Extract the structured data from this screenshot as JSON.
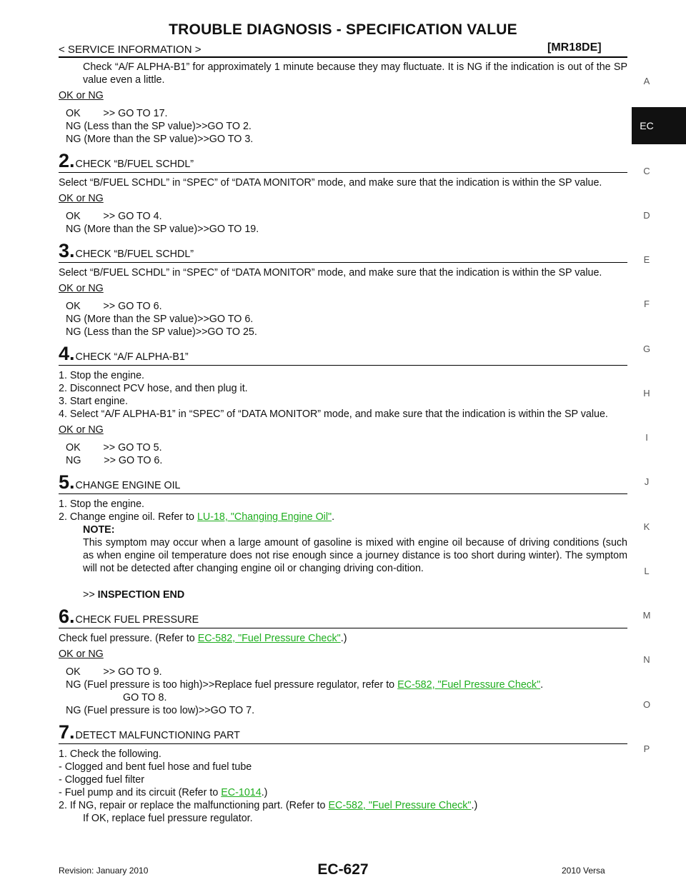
{
  "header": {
    "title": "TROUBLE DIAGNOSIS - SPECIFICATION VALUE",
    "section": "< SERVICE INFORMATION >",
    "engine": "[MR18DE]"
  },
  "side_index": {
    "letters": [
      "A",
      "C",
      "D",
      "E",
      "F",
      "G",
      "H",
      "I",
      "J",
      "K",
      "L",
      "M",
      "N",
      "O",
      "P"
    ],
    "active": "EC"
  },
  "intro": {
    "text": "Check “A/F ALPHA-B1” for approximately 1 minute because they may fluctuate. It is NG if the indication is out of the SP value even a little.",
    "ok_or_ng": "OK or NG",
    "answers": [
      "OK        >> GO TO 17.",
      "NG (Less than the SP value)>>GO TO 2.",
      "NG (More than the SP value)>>GO TO 3."
    ]
  },
  "step2": {
    "num": "2.",
    "title": "CHECK “B/FUEL SCHDL”",
    "body": "Select “B/FUEL SCHDL” in “SPEC” of “DATA MONITOR” mode, and make sure that the indication is within the SP value.",
    "ok_or_ng": "OK or NG",
    "answers": [
      "OK        >> GO TO 4.",
      "NG (More than the SP value)>>GO TO 19."
    ]
  },
  "step3": {
    "num": "3.",
    "title": "CHECK “B/FUEL SCHDL”",
    "body": "Select “B/FUEL SCHDL” in “SPEC” of “DATA MONITOR” mode, and make sure that the indication is within the SP value.",
    "ok_or_ng": "OK or NG",
    "answers": [
      "OK        >> GO TO 6.",
      "NG (More than the SP value)>>GO TO 6.",
      "NG (Less than the SP value)>>GO TO 25."
    ]
  },
  "step4": {
    "num": "4.",
    "title": "CHECK “A/F ALPHA-B1”",
    "items": [
      "1.  Stop the engine.",
      "2.  Disconnect PCV hose, and then plug it.",
      "3.  Start engine.",
      "4.  Select “A/F ALPHA-B1” in “SPEC” of “DATA MONITOR” mode, and make sure that the indication is within the SP value."
    ],
    "ok_or_ng": "OK or NG",
    "answers": [
      "OK        >> GO TO 5.",
      "NG        >> GO TO 6."
    ]
  },
  "step5": {
    "num": "5.",
    "title": "CHANGE ENGINE OIL",
    "item1": "1.  Stop the engine.",
    "item2_prefix": "2.  Change engine oil. Refer to ",
    "item2_link": "LU-18, \"Changing Engine Oil\"",
    "item2_suffix": ".",
    "note_label": "NOTE:",
    "note_text": "This symptom may occur when a large amount of gasoline is mixed with engine oil because of driving conditions (such as when engine oil temperature does not rise enough since a journey distance is too short during winter). The symptom will not be detected after changing engine oil or changing driving con-dition.",
    "end_prefix": ">> ",
    "end_label": "INSPECTION END"
  },
  "step6": {
    "num": "6.",
    "title": "CHECK FUEL PRESSURE",
    "body_prefix": "Check fuel pressure. (Refer to ",
    "body_link": "EC-582, \"Fuel Pressure Check\"",
    "body_suffix": ".)",
    "ok_or_ng": "OK or NG",
    "answer1": "OK        >> GO TO 9.",
    "answer2_prefix": "NG (Fuel pressure is too high)>>Replace fuel pressure regulator, refer to ",
    "answer2_link": "EC-582, \"Fuel Pressure Check\"",
    "answer2_suffix": ".",
    "answer2_cont": "GO TO 8.",
    "answer3": "NG (Fuel pressure is too low)>>GO TO 7."
  },
  "step7": {
    "num": "7.",
    "title": "DETECT MALFUNCTIONING PART",
    "item1": "1.  Check the following.",
    "sub1": "-   Clogged and bent fuel hose and fuel tube",
    "sub2": "-   Clogged fuel filter",
    "sub3_prefix": "-   Fuel pump and its circuit (Refer to ",
    "sub3_link": "EC-1014",
    "sub3_suffix": ".)",
    "item2_prefix": "2.  If NG, repair or replace the malfunctioning part. (Refer to ",
    "item2_link": "EC-582, \"Fuel Pressure Check\"",
    "item2_suffix": ".)",
    "item2_cont": "If OK, replace fuel pressure regulator."
  },
  "footer": {
    "revision": "Revision: January 2010",
    "page": "EC-627",
    "model": "2010 Versa"
  }
}
